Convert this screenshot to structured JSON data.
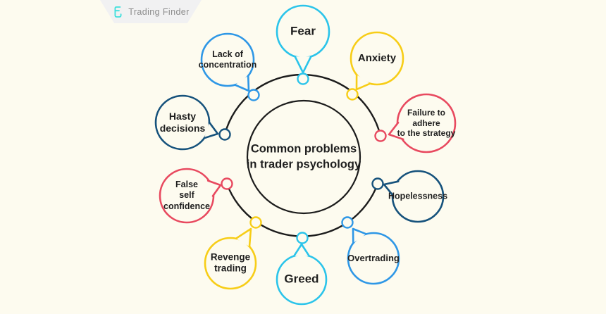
{
  "header": {
    "logo_text": "Trading Finder",
    "logo_color": "#3EDFDC",
    "banner_bg": "#F1F1F2",
    "logo_text_color": "#8C8C8C"
  },
  "center": {
    "title": "Common problems\nin trader psychology"
  },
  "colors": {
    "background": "#FDFBEF",
    "ring": "#1C1C1C",
    "text": "#1E1E1E",
    "cyan": "#2BC4EA",
    "blue": "#2E97E6",
    "navy": "#16527C",
    "red": "#E8495F",
    "yellow": "#F7CD17"
  },
  "bubbles": [
    {
      "id": "fear",
      "label": "Fear",
      "color": "#2BC4EA"
    },
    {
      "id": "anxiety",
      "label": "Anxiety",
      "color": "#F7CD17"
    },
    {
      "id": "failure",
      "label": "Failure to\nadhere\nto the strategy",
      "color": "#E8495F"
    },
    {
      "id": "hopelessness",
      "label": "Hopelessness",
      "color": "#16527C"
    },
    {
      "id": "overtrading",
      "label": "Overtrading",
      "color": "#2E97E6"
    },
    {
      "id": "greed",
      "label": "Greed",
      "color": "#2BC4EA"
    },
    {
      "id": "revenge",
      "label": "Revenge\ntrading",
      "color": "#F7CD17"
    },
    {
      "id": "false-self",
      "label": "False\nself\nconfidence",
      "color": "#E8495F"
    },
    {
      "id": "hasty",
      "label": "Hasty\ndecisions",
      "color": "#16527C"
    },
    {
      "id": "lack",
      "label": "Lack of\nconcentration",
      "color": "#2E97E6"
    }
  ]
}
